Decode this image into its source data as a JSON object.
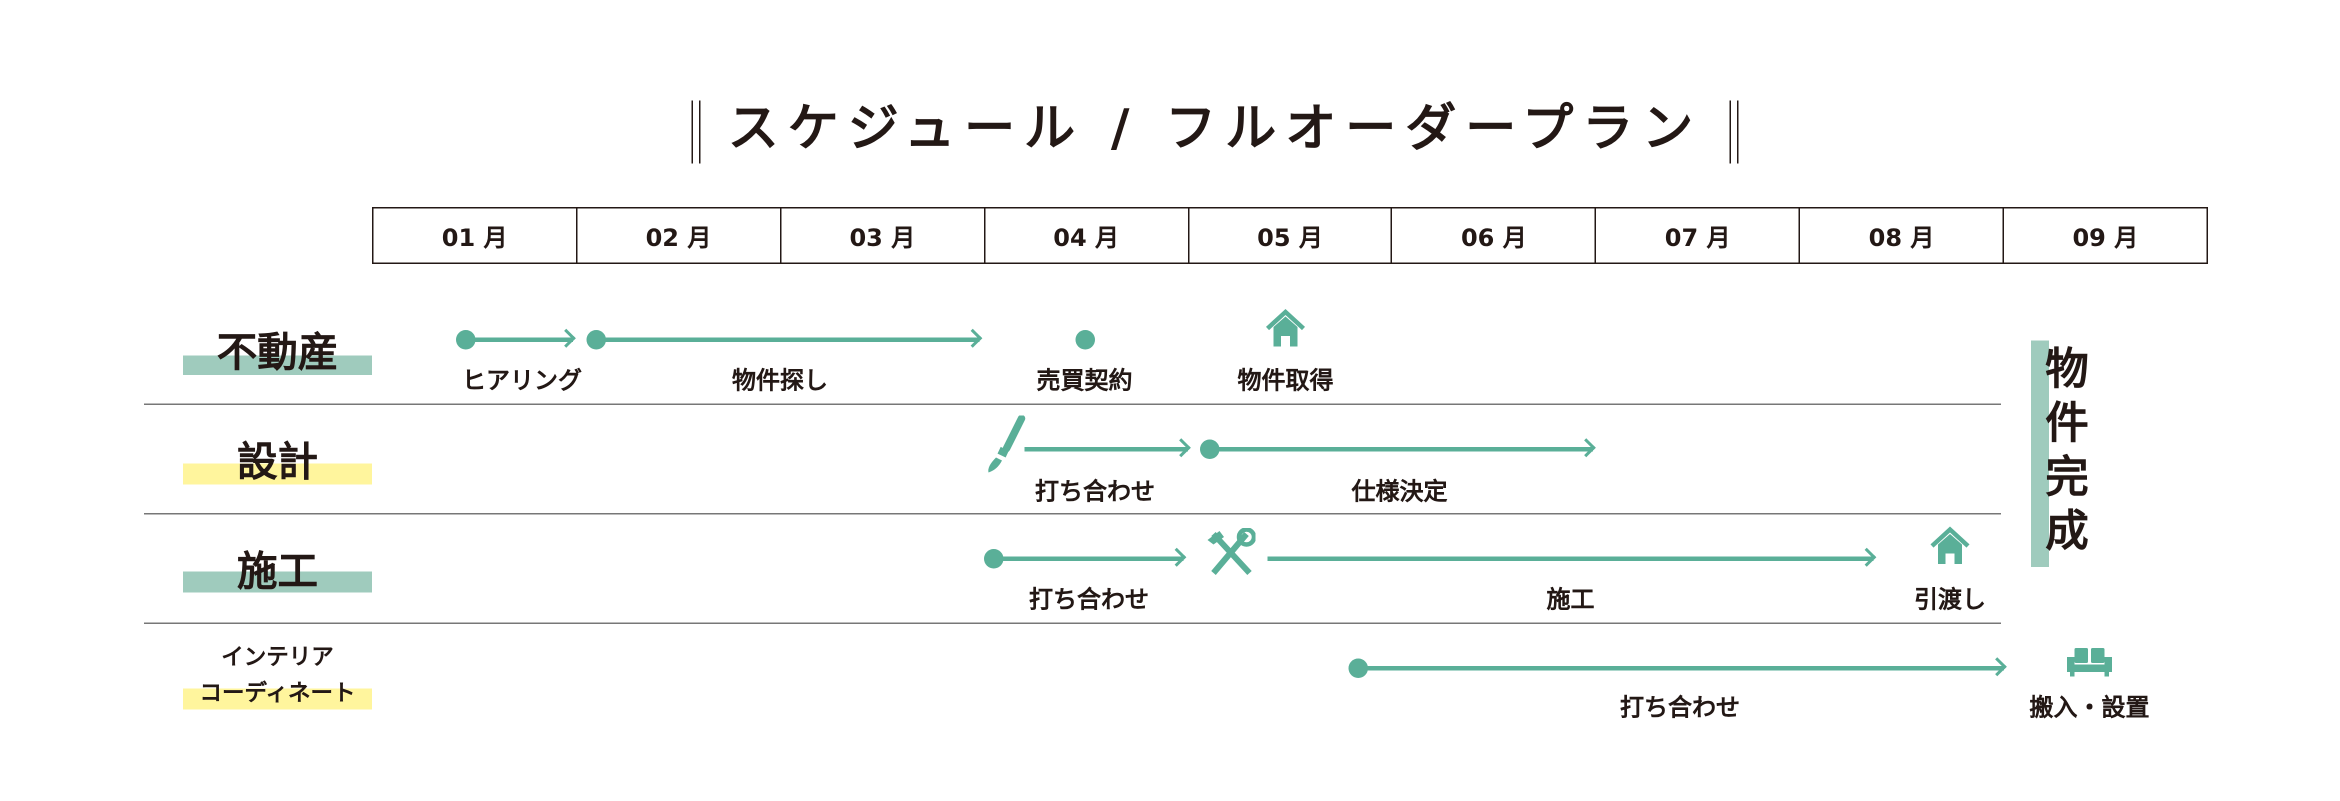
{
  "title": "スケジュール / フルオーダープラン",
  "months": [
    "01 月",
    "02 月",
    "03 月",
    "04 月",
    "05 月",
    "06 月",
    "07 月",
    "08 月",
    "09 月"
  ],
  "rows": [
    {
      "label": "不動産",
      "labels": [
        "ヒアリング",
        "物件探し",
        "売買契約",
        "物件取得"
      ]
    },
    {
      "label": "設計",
      "labels": [
        "打ち合わせ",
        "仕様決定"
      ]
    },
    {
      "label": "施工",
      "labels": [
        "打ち合わせ",
        "施工",
        "引渡し"
      ]
    },
    {
      "label_line1": "インテリア",
      "label_line2": "コーディネート",
      "labels": [
        "打ち合わせ",
        "搬入・設置"
      ]
    }
  ],
  "completion": "物件完成",
  "colors": {
    "accent": "#5aaf98",
    "teal_highlight": "#9fcbbd",
    "yellow_highlight": "#fff59d",
    "text": "#231815"
  }
}
